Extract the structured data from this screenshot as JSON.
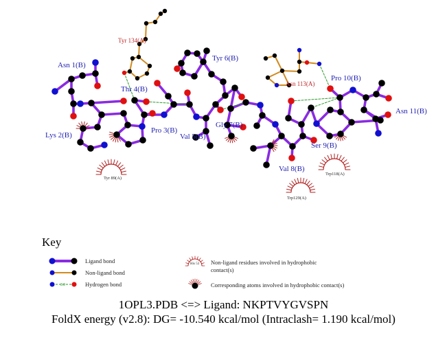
{
  "residues_ligand": [
    {
      "id": "asn1",
      "label": "Asn 1(B)"
    },
    {
      "id": "lys2",
      "label": "Lys 2(B)"
    },
    {
      "id": "pro3",
      "label": "Pro 3(B)"
    },
    {
      "id": "thr4",
      "label": "Thr 4(B)"
    },
    {
      "id": "val5",
      "label": "Val 5(B)"
    },
    {
      "id": "tyr6",
      "label": "Tyr 6(B)"
    },
    {
      "id": "gly7",
      "label": "Gly 7(B)"
    },
    {
      "id": "val8",
      "label": "Val 8(B)"
    },
    {
      "id": "ser9",
      "label": "Ser 9(B)"
    },
    {
      "id": "pro10",
      "label": "Pro 10(B)"
    },
    {
      "id": "asn11",
      "label": "Asn 11(B)"
    }
  ],
  "residues_nonligand": [
    {
      "id": "tyr134",
      "label": "Tyr 134(A)"
    },
    {
      "id": "asn113",
      "label": "Asn 113(A)"
    }
  ],
  "hydrophobic_residues": [
    {
      "id": "tyr89",
      "label": "Tyr 89(A)"
    },
    {
      "id": "trp118",
      "label": "Trp118(A)"
    },
    {
      "id": "trp129",
      "label": "Trp129(A)"
    }
  ],
  "key": {
    "title": "Key",
    "ligand_bond": "Ligand bond",
    "nonligand_bond": "Non-ligand bond",
    "hydrogen_bond": "Hydrogen bond",
    "hbond_length": "3.0",
    "example_residue": "His 53",
    "hydrophobic_residues_line1": "Non-ligand residues involved in hydrophobic",
    "hydrophobic_residues_line2": "contact(s)",
    "hydrophobic_atoms": "Corresponding atoms involved in hydrophobic contact(s)"
  },
  "header": {
    "line1": "1OPL3.PDB <=> Ligand: NKPTVYGVSPN",
    "line2": "FoldX energy (v2.8): DG= -10.540 kcal/mol (Intraclash= 1.190 kcal/mol)"
  },
  "colors": {
    "ligand_bond": "#8a2be2",
    "nonligand_bond": "#d08a1e",
    "hydrogen_bond": "#2a9a2a",
    "carbon": "#000000",
    "oxygen": "#e01010",
    "nitrogen": "#1010d0",
    "hydrophobic": "#b22222",
    "ligand_label": "#1f1fb0",
    "nonligand_label": "#c0282a"
  }
}
